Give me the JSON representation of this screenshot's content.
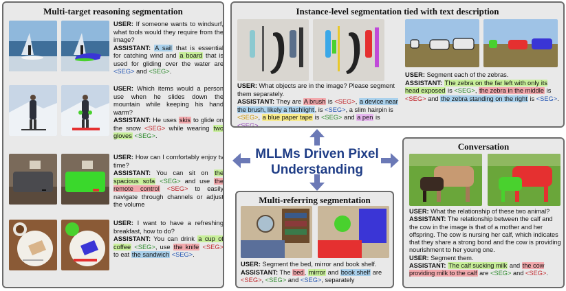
{
  "colors": {
    "panel_bg": "#e9e9e9",
    "border": "#6b6b6b",
    "arrow": "#6b79b6",
    "title_blue": "#1f3d86",
    "seg_red": "#c0262b",
    "seg_green": "#2e8b2e",
    "seg_blue": "#2456b3",
    "seg_yellow": "#c79400",
    "seg_purple": "#8a3bb0",
    "hl_blue": "#aad1ec",
    "hl_green": "#c8ef9a",
    "hl_red": "#f2a8ac",
    "hl_yellow": "#f7ea8a",
    "hl_purple": "#e6b6ee"
  },
  "center_title": {
    "line1": "MLLMs Driven Pixel",
    "line2": "Understanding"
  },
  "left_panel": {
    "title": "Multi-target reasoning segmentation",
    "rows": [
      {
        "user_role": "USER:",
        "user_text": "If someone wants to windsurf, what tools would they require from the image?",
        "assistant_role": "ASSISTANT:",
        "parts": [
          {
            "t": "A sail",
            "hl": "blue"
          },
          {
            "t": " that is essential for catching wind and "
          },
          {
            "t": "a board",
            "hl": "green"
          },
          {
            "t": " that is used for gliding over the water are "
          },
          {
            "t": "<SEG>",
            "seg": "blue"
          },
          {
            "t": " and "
          },
          {
            "t": "<SEG>",
            "seg": "green"
          },
          {
            "t": "."
          }
        ]
      },
      {
        "user_role": "USER:",
        "user_text": "Which items would a person use when he slides down the mountain while keeping his hand warm?",
        "assistant_role": "ASSISTANT:",
        "parts": [
          {
            "t": "He uses "
          },
          {
            "t": "skis",
            "hl": "red"
          },
          {
            "t": " to glide on the snow "
          },
          {
            "t": "<SEG>",
            "seg": "red"
          },
          {
            "t": " while wearing "
          },
          {
            "t": "two gloves",
            "hl": "green"
          },
          {
            "t": " "
          },
          {
            "t": "<SEG>",
            "seg": "green"
          },
          {
            "t": "."
          }
        ]
      },
      {
        "user_role": "USER:",
        "user_text": "How can I comfortably enjoy tv time?",
        "assistant_role": "ASSISTANT:",
        "parts": [
          {
            "t": "You can sit on "
          },
          {
            "t": "the spacious sofa",
            "hl": "green"
          },
          {
            "t": " "
          },
          {
            "t": "<SEG>",
            "seg": "green"
          },
          {
            "t": " and use "
          },
          {
            "t": "the remote control",
            "hl": "red"
          },
          {
            "t": " "
          },
          {
            "t": "<SEG>",
            "seg": "red"
          },
          {
            "t": " to easily navigate through channels or adjust the volume"
          }
        ]
      },
      {
        "user_role": "USER:",
        "user_text": "I want to have a refreshing breakfast, how to do?",
        "assistant_role": "ASSISTANT:",
        "parts": [
          {
            "t": "You can drink "
          },
          {
            "t": "a cup of coffee",
            "hl": "green"
          },
          {
            "t": " "
          },
          {
            "t": "<SEG>",
            "seg": "green"
          },
          {
            "t": ", use "
          },
          {
            "t": "the knife",
            "hl": "red"
          },
          {
            "t": " "
          },
          {
            "t": "<SEG>",
            "seg": "red"
          },
          {
            "t": " to eat "
          },
          {
            "t": "the sandwich",
            "hl": "blue"
          },
          {
            "t": " "
          },
          {
            "t": "<SEG>",
            "seg": "blue"
          },
          {
            "t": "."
          }
        ]
      }
    ]
  },
  "top_panel": {
    "title": "Instance-level  segmentation tied with text description",
    "left": {
      "user_role": "USER:",
      "user_text": "What objects are in the image? Please segment them separately.",
      "assistant_role": "ASSISTANT:",
      "parts": [
        {
          "t": "They are "
        },
        {
          "t": "A brush",
          "hl": "red"
        },
        {
          "t": " is "
        },
        {
          "t": "<SEG>",
          "seg": "red"
        },
        {
          "t": ", "
        },
        {
          "t": "a device near the brush, likely a flashlight",
          "hl": "blue"
        },
        {
          "t": ", is "
        },
        {
          "t": "<SEG>",
          "seg": "blue"
        },
        {
          "t": ", a slim hairpin is "
        },
        {
          "t": "<SEG>",
          "seg": "yellow"
        },
        {
          "t": ", "
        },
        {
          "t": "a blue paper tape",
          "hl": "yellow"
        },
        {
          "t": " is "
        },
        {
          "t": "<SEG>",
          "seg": "green"
        },
        {
          "t": " and "
        },
        {
          "t": "a pen",
          "hl": "purple"
        },
        {
          "t": " is "
        },
        {
          "t": "<SEG>",
          "seg": "purple"
        },
        {
          "t": "."
        }
      ]
    },
    "right": {
      "user_role": "USER:",
      "user_text": "Segment each of the zebras.",
      "assistant_role": "ASSISTANT:",
      "parts": [
        {
          "t": "The zebra on the far left with only its head exposed",
          "hl": "green"
        },
        {
          "t": " is "
        },
        {
          "t": "<SEG>",
          "seg": "green"
        },
        {
          "t": ", "
        },
        {
          "t": " the  zebra in the middle",
          "hl": "red"
        },
        {
          "t": " is "
        },
        {
          "t": "<SEG>",
          "seg": "red"
        },
        {
          "t": " and "
        },
        {
          "t": "the zebra standing on the right",
          "hl": "blue"
        },
        {
          "t": " is "
        },
        {
          "t": "<SEG>",
          "seg": "blue"
        },
        {
          "t": "."
        }
      ]
    }
  },
  "bottom_panel": {
    "title": "Multi-referring segmentation",
    "user_role": "USER:",
    "user_text": "Segment the bed, mirror and book shelf.",
    "assistant_role": "ASSISTANT:",
    "parts": [
      {
        "t": "The "
      },
      {
        "t": "bed",
        "hl": "red"
      },
      {
        "t": ", "
      },
      {
        "t": "mirror",
        "hl": "green"
      },
      {
        "t": " and "
      },
      {
        "t": "book shelf",
        "hl": "blue"
      },
      {
        "t": " are "
      },
      {
        "t": "<SEG>",
        "seg": "red"
      },
      {
        "t": ",  "
      },
      {
        "t": "<SEG>",
        "seg": "green"
      },
      {
        "t": " and "
      },
      {
        "t": "<SEG>",
        "seg": "blue"
      },
      {
        "t": ", separately"
      }
    ]
  },
  "right_panel": {
    "title": "Conversation",
    "user_role": "USER:",
    "user_text": "What the relationship of these two animal?",
    "assistant_role": "ASSISTANT:",
    "assistant_text": "The relationship between the calf and the cow in the image is that of a mother and her offspring. The cow is nursing her calf, which indicates that they share a strong bond and the cow is providing nourishment to her young one.",
    "user2_role": "USER:",
    "user2_text": "Segment them.",
    "assistant2_role": "ASSISTANT:",
    "parts": [
      {
        "t": " "
      },
      {
        "t": "The calf sucking milk",
        "hl": "green"
      },
      {
        "t": " and "
      },
      {
        "t": "the cow providing milk to the calf",
        "hl": "red"
      },
      {
        "t": " are "
      },
      {
        "t": "<SEG>",
        "seg": "green"
      },
      {
        "t": " and "
      },
      {
        "t": "<SEG>",
        "seg": "red"
      },
      {
        "t": "."
      }
    ]
  }
}
